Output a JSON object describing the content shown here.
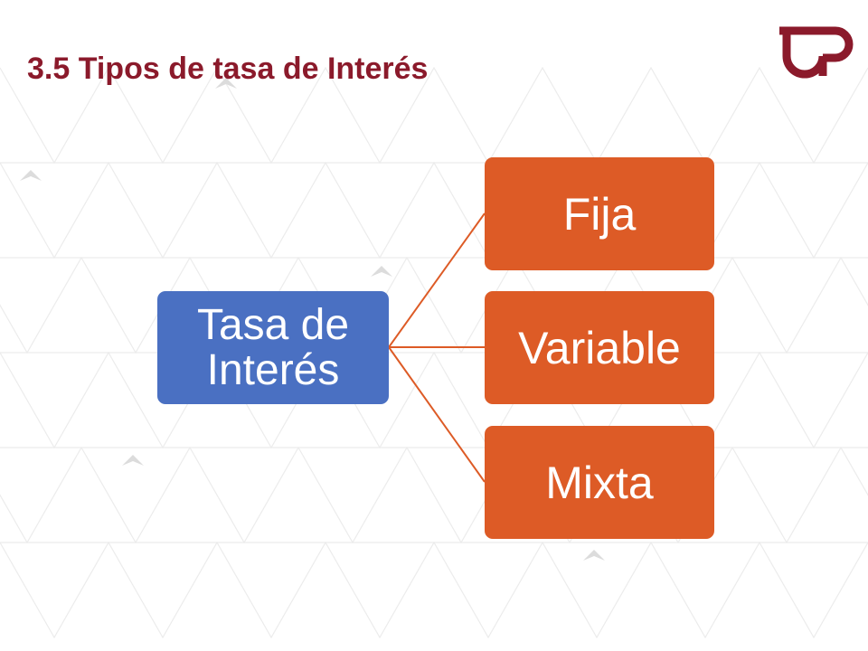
{
  "slide": {
    "title": "3.5 Tipos de tasa de Interés"
  },
  "logo": {
    "icon": "utp-logo-icon",
    "color": "#8b1a2b"
  },
  "diagram": {
    "root": {
      "label": "Tasa de Interés",
      "color": "#4a70c2"
    },
    "children": [
      {
        "label": "Fija",
        "color": "#dd5b26"
      },
      {
        "label": "Variable",
        "color": "#dd5b26"
      },
      {
        "label": "Mixta",
        "color": "#dd5b26"
      }
    ],
    "connector_color": "#dd5b26"
  }
}
